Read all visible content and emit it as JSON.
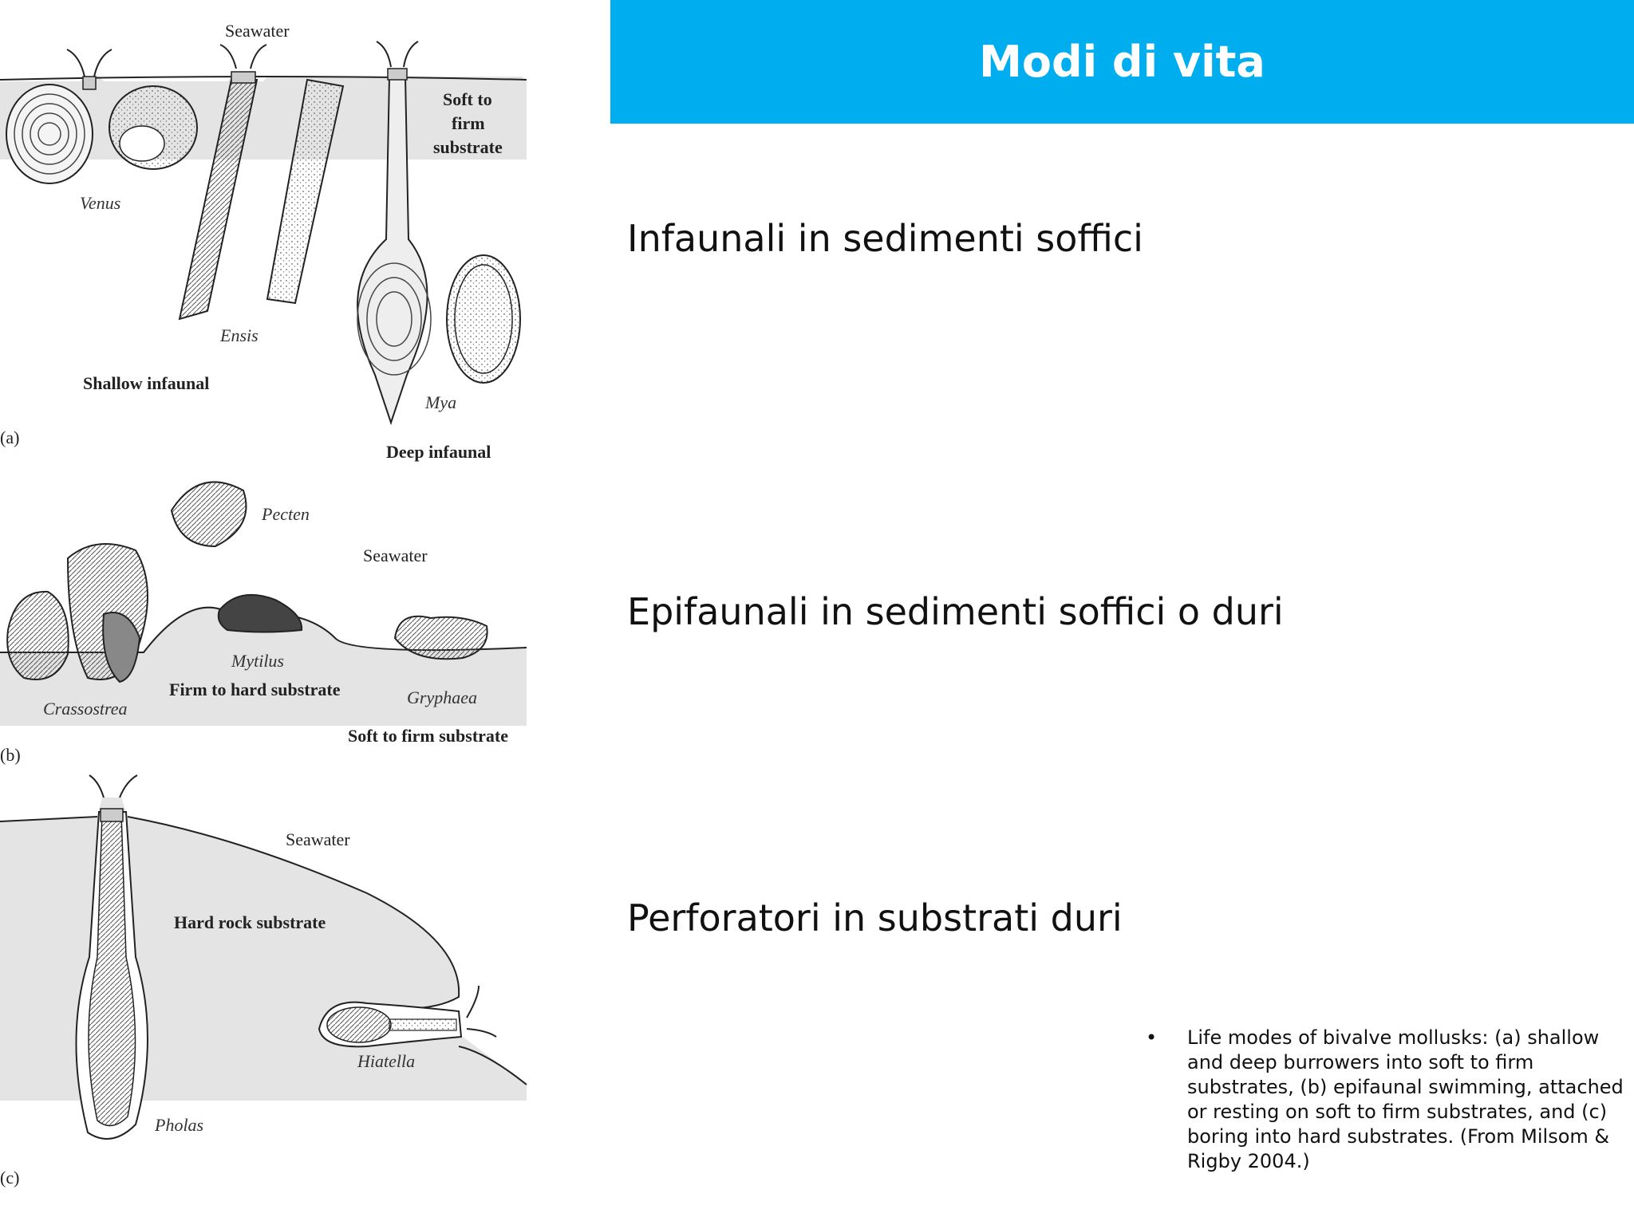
{
  "title": "Modi di vita",
  "headings": {
    "infaunal": "Infaunali in sedimenti soffici",
    "epifaunal": "Epifaunali in sedimenti soffici o duri",
    "boring": "Perforatori in substrati duri"
  },
  "caption": {
    "bullet": "•",
    "text": "Life modes of bivalve mollusks: (a) shallow and deep burrowers into soft to firm substrates, (b) epifaunal swimming, attached or resting on soft to firm substrates, and (c) boring into hard substrates. (From Milsom & Rigby 2004.)"
  },
  "figure": {
    "panel_a": {
      "label": "(a)",
      "seawater": "Seawater",
      "substrate_line1": "Soft to",
      "substrate_line2": "firm",
      "substrate_line3": "substrate",
      "shallow": "Shallow infaunal",
      "deep": "Deep infaunal",
      "venus": "Venus",
      "ensis": "Ensis",
      "mya": "Mya"
    },
    "panel_b": {
      "label": "(b)",
      "seawater": "Seawater",
      "pecten": "Pecten",
      "mytilus": "Mytilus",
      "firm_hard": "Firm to hard substrate",
      "crassostrea": "Crassostrea",
      "gryphaea": "Gryphaea",
      "soft_firm": "Soft to firm substrate"
    },
    "panel_c": {
      "label": "(c)",
      "seawater": "Seawater",
      "hard_rock": "Hard rock substrate",
      "hiatella": "Hiatella",
      "pholas": "Pholas"
    }
  },
  "colors": {
    "title_bar": "#00aeef",
    "title_text": "#ffffff",
    "substrate": "#e4e4e4",
    "line": "#222222"
  }
}
